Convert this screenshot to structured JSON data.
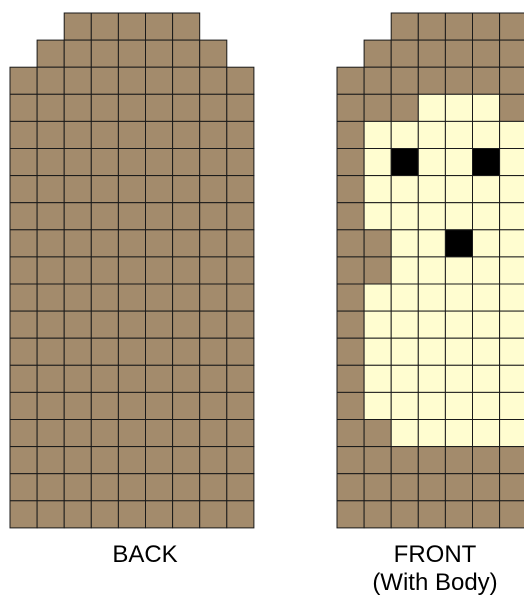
{
  "colors": {
    "brown": "#a38b6c",
    "cream": "#fffdd0",
    "black": "#000000",
    "grid_line": "#1a1a1a"
  },
  "back": {
    "label": "BACK",
    "rows": [
      "..BBBBB..",
      ".BBBBBBB.",
      "BBBBBBBBB",
      "BBBBBBBBB",
      "BBBBBBBBB",
      "BBBBBBBBB",
      "BBBBBBBBB",
      "BBBBBBBBB",
      "BBBBBBBBB",
      "BBBBBBBBB",
      "BBBBBBBBB",
      "BBBBBBBBB",
      "BBBBBBBBB",
      "BBBBBBBBB",
      "BBBBBBBBB",
      "BBBBBBBBB",
      "BBBBBBBBB",
      "BBBBBBBBB",
      "BBBBBBBBB"
    ]
  },
  "front": {
    "label_line1": "FRONT",
    "label_line2": "(With Body)",
    "rows": [
      "..BBBBB..",
      ".BBBBBBB.",
      "BBBBBBBBB",
      "BBBCCCBBB",
      "BCCCCCCCB",
      "BCKCCKCCB",
      "BCCCCCCCB",
      "BCCCCCCCB",
      "BBCCKCCBB",
      "BBCCCCCBB",
      "BCCCCCCCB",
      "BCCCCCCCB",
      "BCCCCCCCB",
      "BCCCCCCCB",
      "BCCCCCCCB",
      "BBCCCCCBB",
      "BBBBBBBBB",
      "BBBBBBBBB",
      "BBBBBBBBB"
    ]
  }
}
